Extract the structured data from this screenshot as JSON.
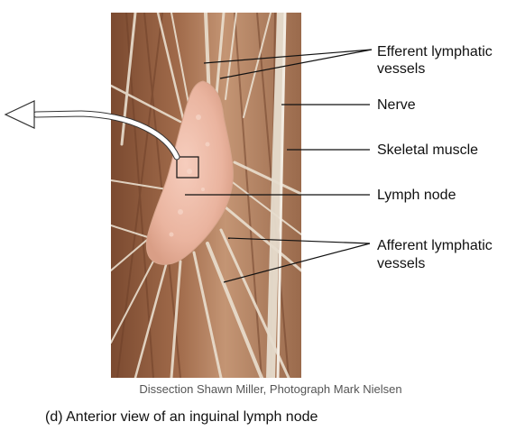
{
  "labels": {
    "efferent_line1": "Efferent lymphatic",
    "efferent_line2": "vessels",
    "nerve": "Nerve",
    "skeletal_muscle": "Skeletal muscle",
    "lymph_node": "Lymph node",
    "afferent_line1": "Afferent lymphatic",
    "afferent_line2": "vessels"
  },
  "credit": "Dissection Shawn Miller, Photograph Mark Nielsen",
  "caption": "(d) Anterior view of an inguinal lymph node",
  "colors": {
    "muscle_dark": "#8a5a3c",
    "muscle_light": "#c89a78",
    "vessel": "#e9dccb",
    "node": "#efc2ae",
    "arrow": "#ffffff"
  }
}
